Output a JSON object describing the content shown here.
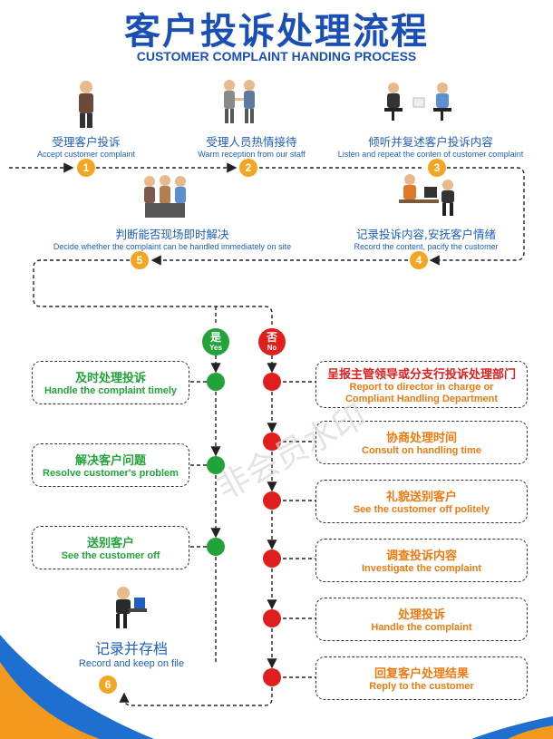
{
  "title": {
    "cn": "客户投诉处理流程",
    "en": "CUSTOMER COMPLAINT HANDING PROCESS"
  },
  "steps": [
    {
      "num": "1",
      "cn": "受理客户投诉",
      "en": "Accept customer complaint"
    },
    {
      "num": "2",
      "cn": "受理人员热情接待",
      "en": "Warm reception from our staff"
    },
    {
      "num": "3",
      "cn": "倾听并复述客户投诉内容",
      "en": "Listen and repeat the conten of customer complaint"
    },
    {
      "num": "4",
      "cn": "记录投诉内容,安抚客户情绪",
      "en": "Record the content, pacify the customer"
    },
    {
      "num": "5",
      "cn": "判断能否现场即时解决",
      "en": "Decide whether the complaint can be handled immediately on site"
    },
    {
      "num": "6",
      "cn": "记录并存档",
      "en": "Record and keep on file"
    }
  ],
  "decision": {
    "yes": {
      "cn": "是",
      "en": "Yes"
    },
    "no": {
      "cn": "否",
      "en": "No"
    }
  },
  "yes_branch": [
    {
      "cn": "及时处理投诉",
      "en": "Handle the complaint timely"
    },
    {
      "cn": "解决客户问题",
      "en": "Resolve customer's problem"
    },
    {
      "cn": "送别客户",
      "en": "See the customer off"
    }
  ],
  "no_branch": [
    {
      "cn": "呈报主管领导或分支行投诉处理部门",
      "en": "Report to director in charge or Compliant Handling Department"
    },
    {
      "cn": "协商处理时间",
      "en": "Consult on handling time"
    },
    {
      "cn": "礼貌送别客户",
      "en": "See the customer off politely"
    },
    {
      "cn": "调查投诉内容",
      "en": "Investigate the complaint"
    },
    {
      "cn": "处理投诉",
      "en": "Handle the complaint"
    },
    {
      "cn": "回复客户处理结果",
      "en": "Reply to the customer"
    }
  ],
  "watermark": "非会员水印",
  "colors": {
    "title": "#1a4fb5",
    "yes": "#21a33a",
    "no": "#e11d1d",
    "badge": "#f3a623",
    "orange_text": "#ee7a10",
    "corner_blue": "#1f6fd1",
    "corner_orange": "#f39a1e"
  }
}
